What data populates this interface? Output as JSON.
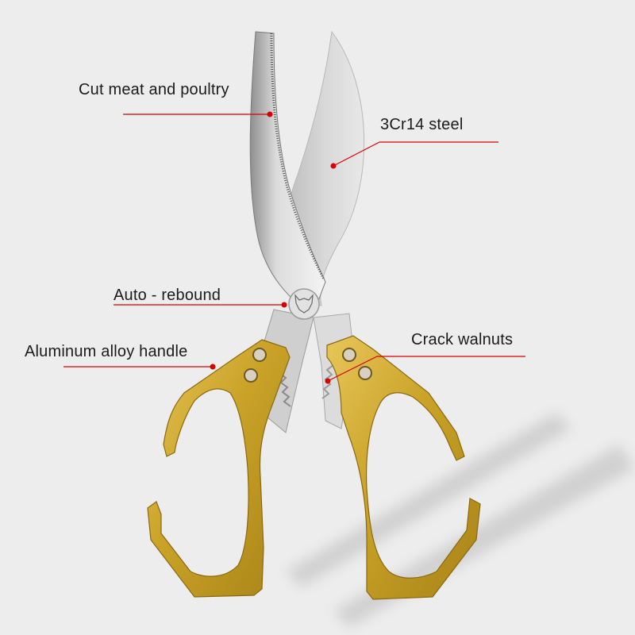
{
  "product": {
    "name": "kitchen-poultry-shears",
    "blade_material_color": "#c9c9c9",
    "handle_color": "#c9a227",
    "background_color": "#ededed",
    "accent_color": "#d90000"
  },
  "callouts": [
    {
      "id": "cut-meat",
      "label": "Cut meat and poultry"
    },
    {
      "id": "steel",
      "label": "3Cr14 steel"
    },
    {
      "id": "rebound",
      "label": "Auto - rebound"
    },
    {
      "id": "handle",
      "label": "Aluminum alloy handle"
    },
    {
      "id": "walnuts",
      "label": "Crack walnuts"
    }
  ]
}
